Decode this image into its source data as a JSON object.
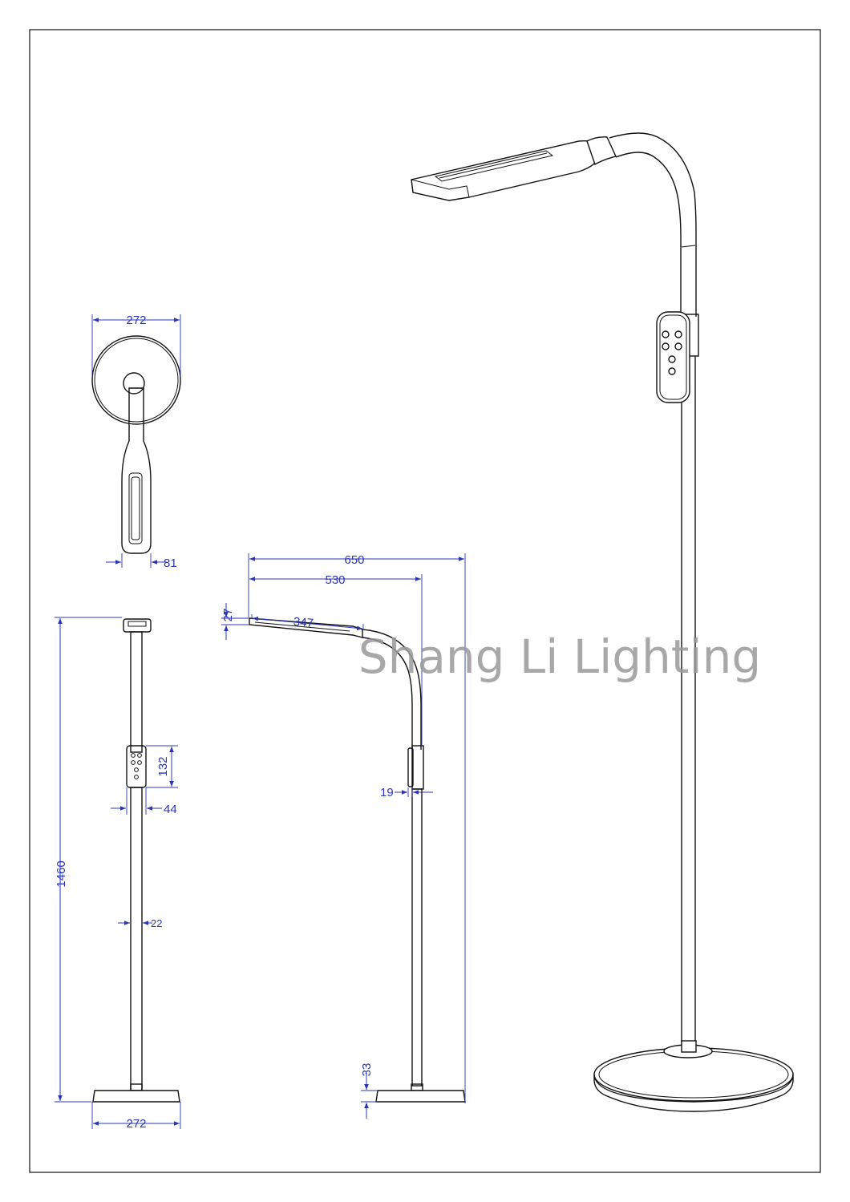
{
  "dimensions": {
    "head_top_diameter": "272",
    "head_top_width": "81",
    "overall_height": "1460",
    "controller_height": "132",
    "controller_width": "44",
    "pole_diameter": "22",
    "base_diameter": "272",
    "reach_total": "650",
    "reach_pole": "530",
    "lamp_head_length": "347",
    "lamp_head_thickness": "27",
    "controller_depth": "19",
    "base_height": "33"
  },
  "watermark": "Shang Li Lighting",
  "colors": {
    "dimension": "#2a35b8",
    "line": "#111111",
    "watermark": "#9a9a9a"
  }
}
